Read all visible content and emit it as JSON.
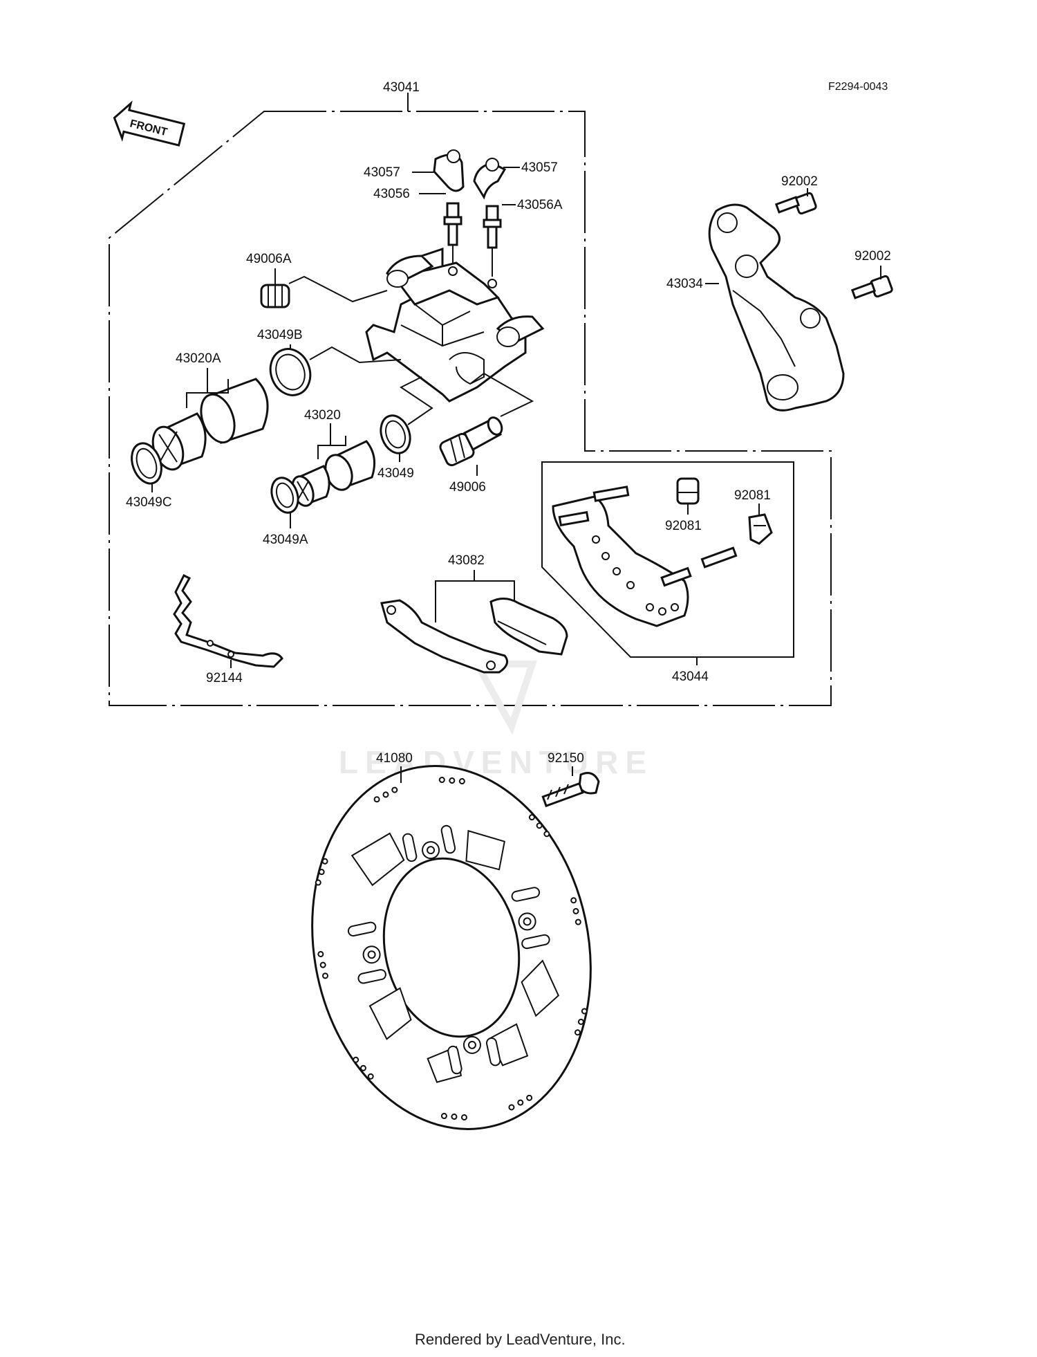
{
  "diagram": {
    "figure_code": "F2294-0043",
    "front_label": "FRONT",
    "watermark_text": "LEADVENTURE",
    "footer": "Rendered by LeadVenture, Inc.",
    "part_labels": {
      "p43041": "43041",
      "p43057_left": "43057",
      "p43057_right": "43057",
      "p43056": "43056",
      "p43056A": "43056A",
      "p49006A": "49006A",
      "p43049B": "43049B",
      "p43020A": "43020A",
      "p43020": "43020",
      "p43049": "43049",
      "p49006": "49006",
      "p43049C": "43049C",
      "p43049A": "43049A",
      "p92002_top": "92002",
      "p92002_mid": "92002",
      "p43034": "43034",
      "p92081_left": "92081",
      "p92081_right": "92081",
      "p43044": "43044",
      "p43082": "43082",
      "p92144": "92144",
      "p41080": "41080",
      "p92150": "92150"
    }
  }
}
